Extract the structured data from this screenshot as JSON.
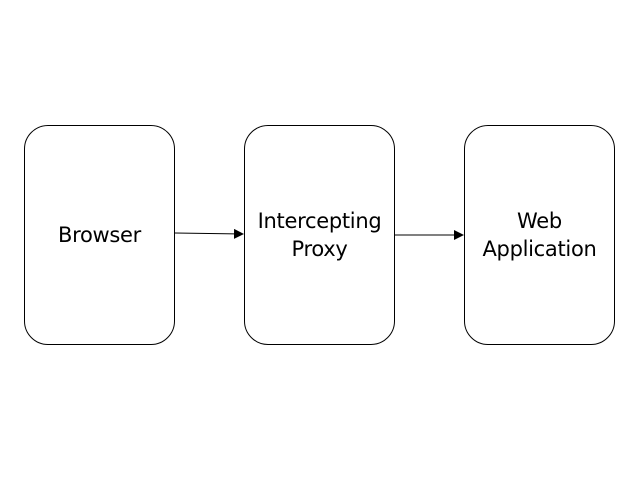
{
  "nodes": {
    "browser": {
      "lines": [
        "Browser"
      ]
    },
    "proxy": {
      "lines": [
        "Intercepting",
        "Proxy"
      ]
    },
    "webapp": {
      "lines": [
        "Web",
        "Application"
      ]
    }
  },
  "edges": [
    {
      "from": "browser",
      "to": "proxy"
    },
    {
      "from": "proxy",
      "to": "webapp"
    }
  ],
  "colors": {
    "stroke": "#000000",
    "background": "#ffffff"
  }
}
